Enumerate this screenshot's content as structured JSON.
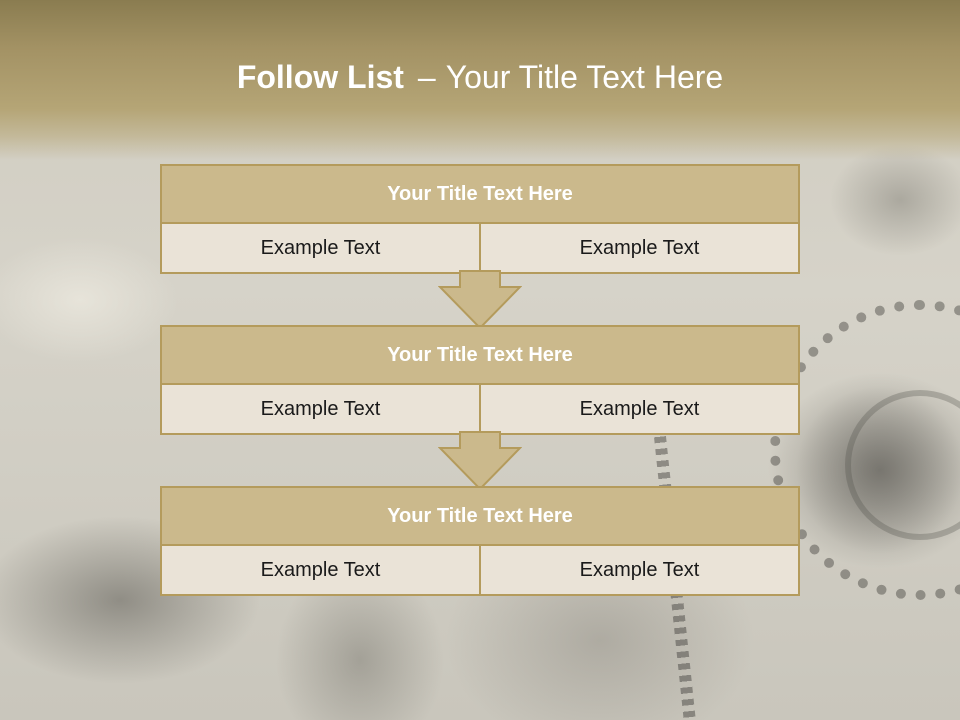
{
  "title": {
    "bold": "Follow List",
    "dash": "–",
    "rest": "Your Title Text Here"
  },
  "blocks": [
    {
      "heading": "Your Title Text Here",
      "cells": [
        "Example Text",
        "Example Text"
      ]
    },
    {
      "heading": "Your Title Text Here",
      "cells": [
        "Example Text",
        "Example Text"
      ]
    },
    {
      "heading": "Your Title Text Here",
      "cells": [
        "Example Text",
        "Example Text"
      ]
    }
  ],
  "colors": {
    "header_band": "#a39264",
    "block_border": "#b49b5c",
    "block_heading": "#cbb98c",
    "block_body": "#eae3d7",
    "arrow_fill": "#cbb98c"
  }
}
